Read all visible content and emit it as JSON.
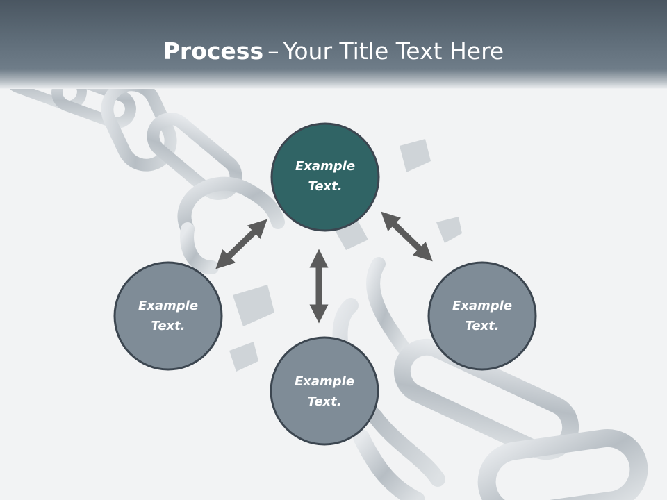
{
  "header": {
    "title_bold": "Process",
    "title_separator": "–",
    "title_rest": "Your Title Text Here"
  },
  "nodes": [
    {
      "line1": "Example",
      "line2": "Text.",
      "fill": "#306465"
    },
    {
      "line1": "Example",
      "line2": "Text.",
      "fill": "#7f8c97"
    },
    {
      "line1": "Example",
      "line2": "Text.",
      "fill": "#7f8c97"
    },
    {
      "line1": "Example",
      "line2": "Text.",
      "fill": "#7f8c97"
    }
  ],
  "colors": {
    "header": "#5f6d79",
    "node_border": "#3c4650",
    "arrow": "#5b5b5b",
    "chain": "#c4cacf"
  }
}
